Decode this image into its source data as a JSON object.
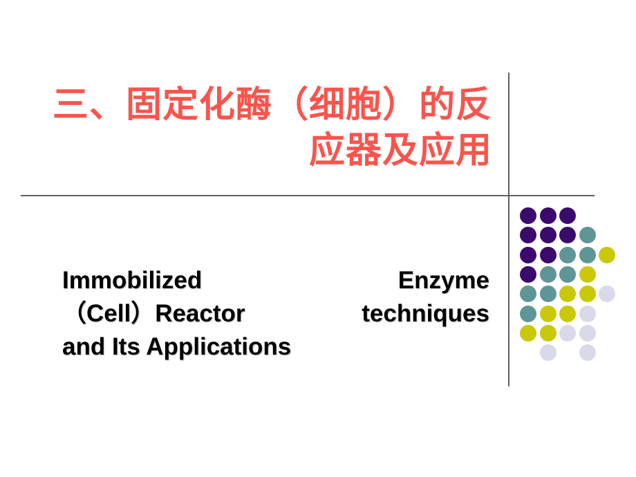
{
  "slide": {
    "title": {
      "line1": "三、固定化酶（细胞）的反",
      "line2": "应器及应用",
      "color": "#fa544c"
    },
    "subtitle": {
      "line1_left": "Immobilized",
      "line1_right": "Enzyme",
      "line2_left": "（Cell）Reactor",
      "line2_right": "techniques",
      "line3": "and Its Applications",
      "color": "#000000"
    }
  },
  "decoration": {
    "line_color": "#5f5f5f",
    "dot_colors": {
      "purple": "#3a0b6d",
      "teal": "#5f9596",
      "yellow": "#c9c80a",
      "lavender": "#d9d9ea"
    },
    "dot_pattern_rows": [
      [
        [
          1,
          "purple"
        ],
        [
          2,
          "purple"
        ],
        [
          3,
          "purple"
        ]
      ],
      [
        [
          1,
          "purple"
        ],
        [
          2,
          "purple"
        ],
        [
          3,
          "purple"
        ],
        [
          4,
          "teal"
        ]
      ],
      [
        [
          1,
          "purple"
        ],
        [
          2,
          "purple"
        ],
        [
          3,
          "teal"
        ],
        [
          4,
          "teal"
        ],
        [
          5,
          "yellow"
        ]
      ],
      [
        [
          1,
          "purple"
        ],
        [
          2,
          "teal"
        ],
        [
          3,
          "teal"
        ],
        [
          4,
          "yellow"
        ]
      ],
      [
        [
          1,
          "teal"
        ],
        [
          2,
          "teal"
        ],
        [
          3,
          "yellow"
        ],
        [
          4,
          "yellow"
        ],
        [
          5,
          "lavender"
        ]
      ],
      [
        [
          1,
          "teal"
        ],
        [
          2,
          "yellow"
        ],
        [
          3,
          "yellow"
        ],
        [
          4,
          "lavender"
        ]
      ],
      [
        [
          1,
          "yellow"
        ],
        [
          2,
          "yellow"
        ],
        [
          3,
          "lavender"
        ],
        [
          4,
          "lavender"
        ]
      ],
      [
        [
          2,
          "lavender"
        ],
        [
          4,
          "lavender"
        ]
      ]
    ]
  }
}
